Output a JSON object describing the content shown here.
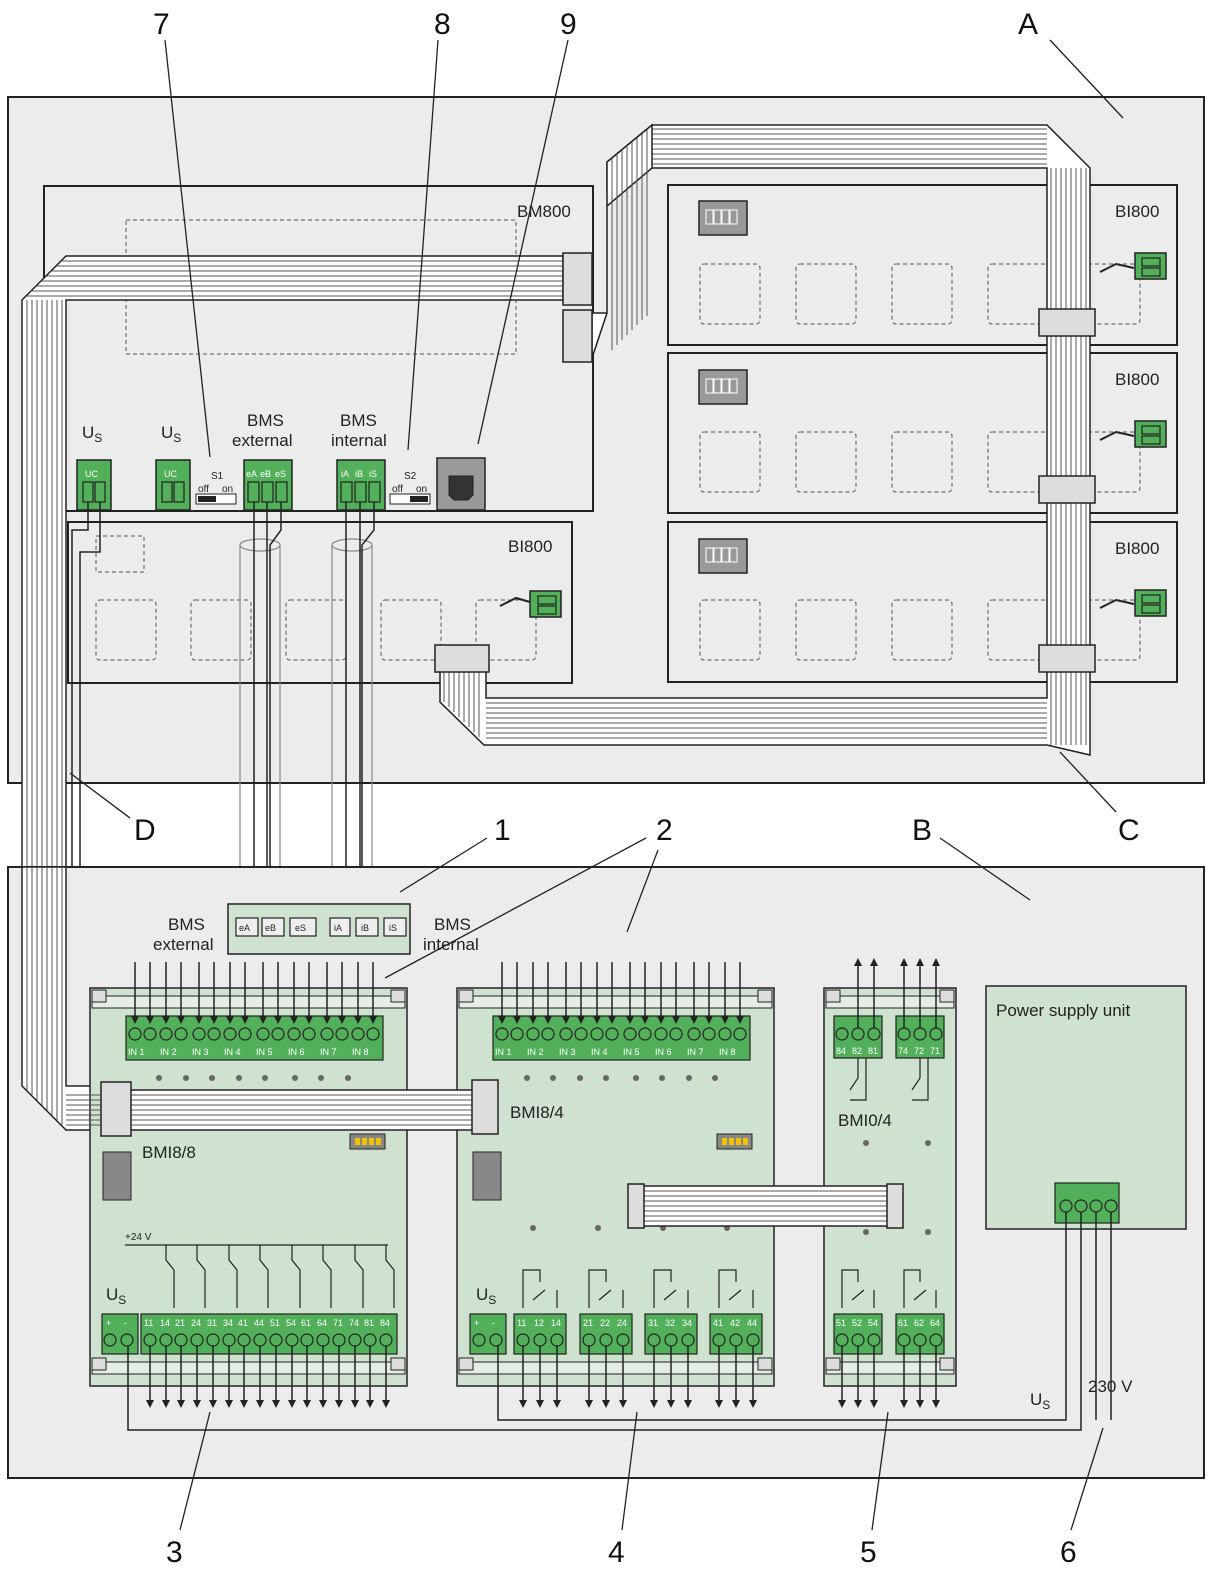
{
  "callouts": {
    "n7": "7",
    "n8": "8",
    "n9": "9",
    "A": "A",
    "D": "D",
    "n1": "1",
    "n2": "2",
    "B": "B",
    "C": "C",
    "n3": "3",
    "n4": "4",
    "n5": "5",
    "n6": "6"
  },
  "cabinet_a": {
    "bm800_label": "BM800",
    "bi800_label": "BI800",
    "us_label": "U",
    "us_sub": "S",
    "uc_label": "UC",
    "s1_label": "S1",
    "s2_label": "S2",
    "off_label": "off",
    "on_label": "on",
    "bms_label": "BMS",
    "external_label": "external",
    "internal_label": "internal",
    "ext_terms": [
      "eA",
      "eB",
      "eS"
    ],
    "int_terms": [
      "iA",
      "iB",
      "iS"
    ]
  },
  "cabinet_b": {
    "junction_terms": [
      "eA",
      "eB",
      "eS",
      "iA",
      "iB",
      "iS"
    ],
    "bms_label": "BMS",
    "external_label": "external",
    "internal_label": "internal",
    "bmi88_label": "BMI8/8",
    "bmi84_label": "BMI8/4",
    "bmi04_label": "BMI0/4",
    "in_labels": [
      "IN 1",
      "IN 2",
      "IN 3",
      "IN 4",
      "IN 5",
      "IN 6",
      "IN 7",
      "IN 8"
    ],
    "plus24_label": "+24 V",
    "plus": "+",
    "minus": "-",
    "us_label": "U",
    "us_sub": "S",
    "bmi88_out_terms": [
      "11",
      "14",
      "21",
      "24",
      "31",
      "34",
      "41",
      "44",
      "51",
      "54",
      "61",
      "64",
      "71",
      "74",
      "81",
      "84"
    ],
    "bmi84_out_terms": [
      "11",
      "12",
      "14",
      "21",
      "22",
      "24",
      "31",
      "32",
      "34",
      "41",
      "42",
      "44"
    ],
    "bmi04_top_terms_a": [
      "84",
      "82",
      "81"
    ],
    "bmi04_top_terms_b": [
      "74",
      "72",
      "71"
    ],
    "bmi04_bot_terms_a": [
      "51",
      "52",
      "54"
    ],
    "bmi04_bot_terms_b": [
      "61",
      "62",
      "64"
    ],
    "psu_label": "Power supply unit",
    "v230_label": "230 V"
  }
}
